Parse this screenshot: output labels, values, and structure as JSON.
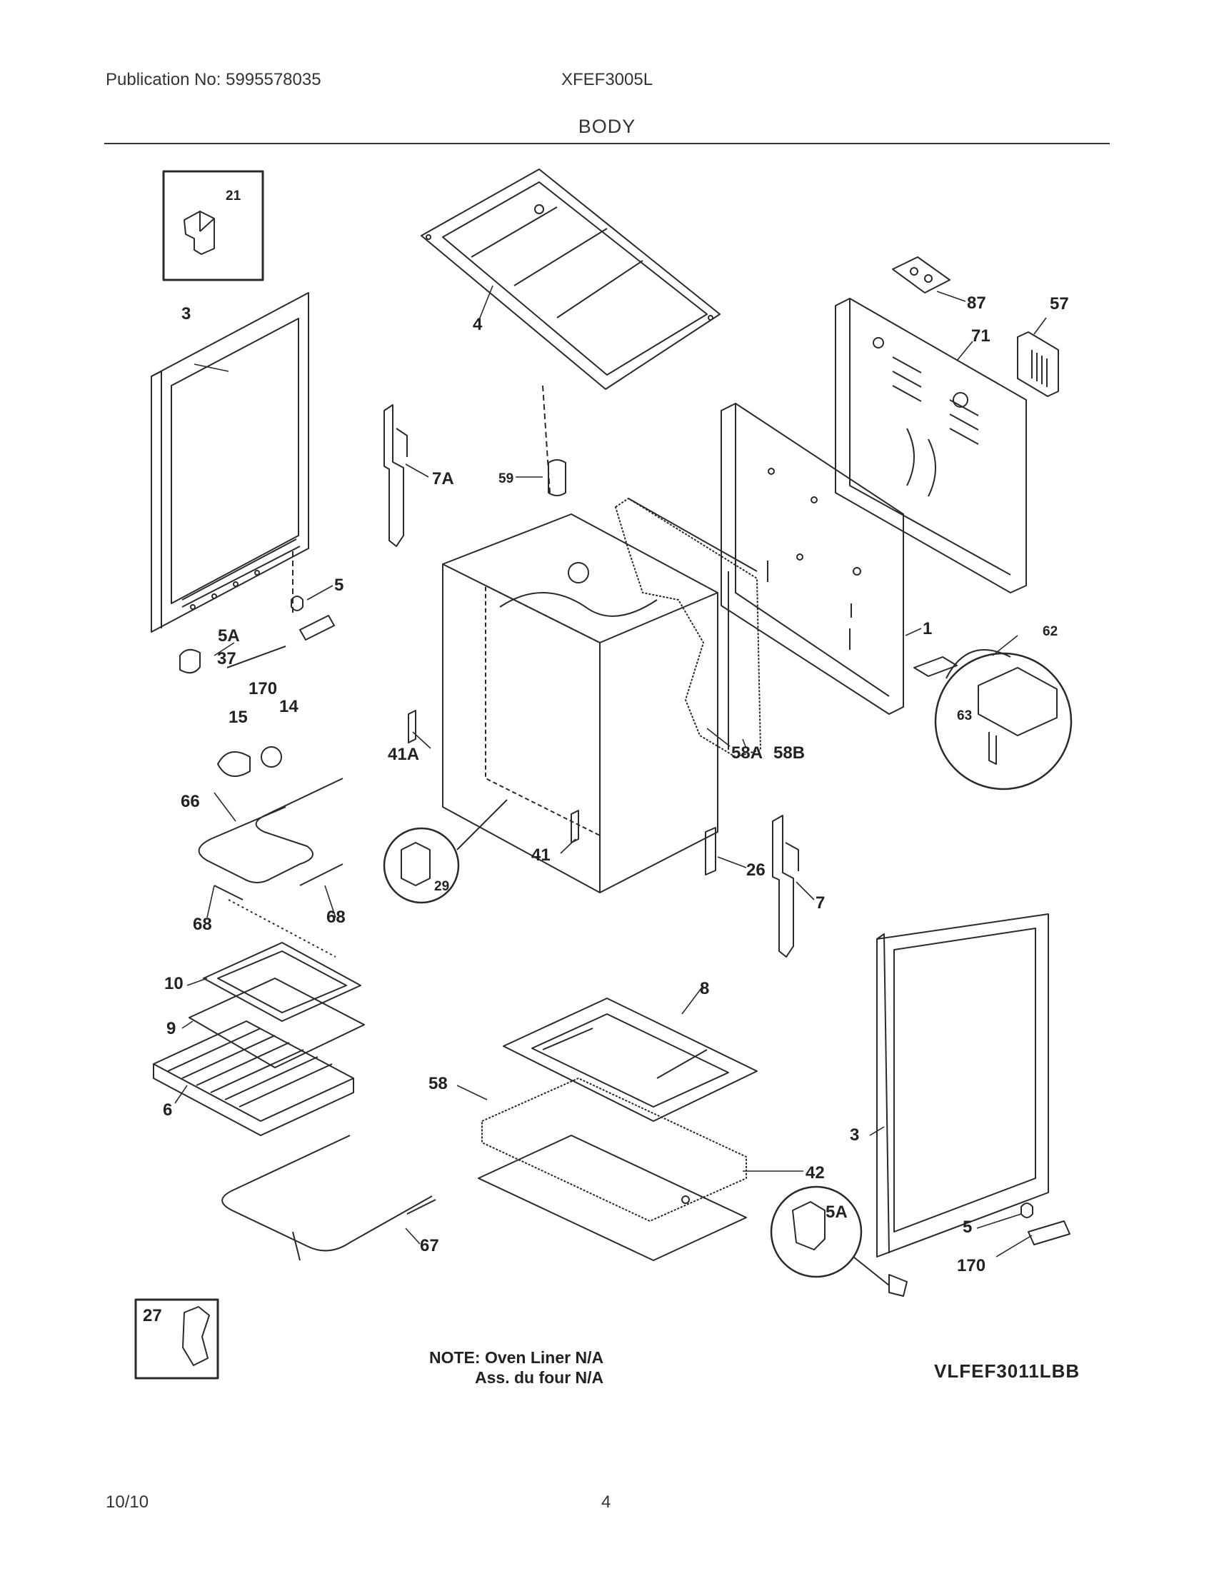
{
  "header": {
    "publication": "Publication No: 5995578035",
    "model": "XFEF3005L",
    "section_title": "BODY"
  },
  "callouts": {
    "c21": "21",
    "c3": "3",
    "c4": "4",
    "c87": "87",
    "c57": "57",
    "c71": "71",
    "c7A": "7A",
    "c59": "59",
    "c5": "5",
    "c5A": "5A",
    "c37": "37",
    "c170": "170",
    "c14": "14",
    "c15": "15",
    "c1": "1",
    "c62": "62",
    "c63": "63",
    "c41A": "41A",
    "c58A": "58A",
    "c58B": "58B",
    "c66": "66",
    "c29": "29",
    "c41": "41",
    "c26": "26",
    "c7": "7",
    "c68": "68",
    "c10": "10",
    "c8": "8",
    "c9": "9",
    "c6": "6",
    "c58": "58",
    "c42": "42",
    "c67": "67",
    "c27": "27"
  },
  "notes": {
    "line1": "NOTE: Oven Liner N/A",
    "line2": "Ass. du four N/A"
  },
  "diagram_code": "VLFEF3011LBB",
  "footer": {
    "date": "10/10",
    "page": "4"
  }
}
